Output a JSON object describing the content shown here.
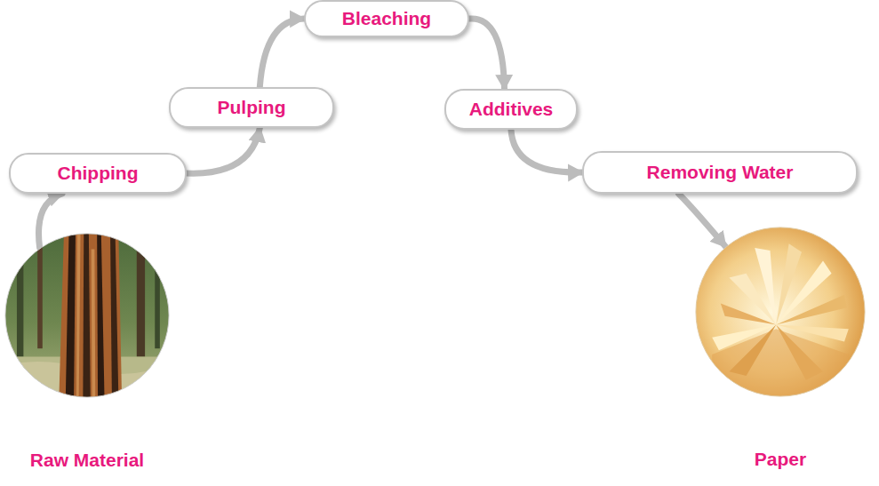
{
  "diagram": {
    "nodes": [
      {
        "text": [
          "Raw Material"
        ]
      },
      {
        "text": [
          "Chipping"
        ]
      },
      {
        "text": [
          "Pulping"
        ]
      },
      {
        "text": [
          "Bleaching"
        ]
      },
      {
        "text": [
          "Additives"
        ]
      },
      {
        "text": [
          "Removing Water"
        ]
      },
      {
        "text": [
          "Paper"
        ]
      }
    ],
    "edges": [
      {
        "from": 0,
        "to": 1,
        "arrow": "to"
      },
      {
        "from": 1,
        "to": 2,
        "arrow": "to"
      },
      {
        "from": 2,
        "to": 3,
        "arrow": "to"
      },
      {
        "from": 3,
        "to": 4,
        "arrow": "to"
      },
      {
        "from": 4,
        "to": 5,
        "arrow": "to"
      },
      {
        "from": 5,
        "to": 6,
        "arrow": "to"
      }
    ]
  }
}
